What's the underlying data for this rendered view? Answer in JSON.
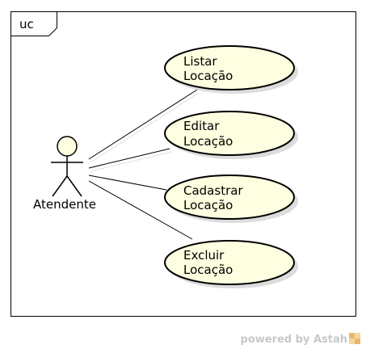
{
  "frame": {
    "label": "uc"
  },
  "actor": {
    "name": "Atendente"
  },
  "use_cases": [
    {
      "line1": "Listar",
      "line2": "Locação"
    },
    {
      "line1": "Editar",
      "line2": "Locação"
    },
    {
      "line1": "Cadastrar",
      "line2": "Locação"
    },
    {
      "line1": "Excluir",
      "line2": "Locação"
    }
  ],
  "footer": {
    "text": "powered by Astah"
  },
  "colors": {
    "use_case_fill": "#fefee0",
    "use_case_shadow": "#dcdcdc",
    "actor_head_fill": "#fefee0",
    "footer_text": "#c8c8c8",
    "logo_accent": "#e8b86a"
  }
}
